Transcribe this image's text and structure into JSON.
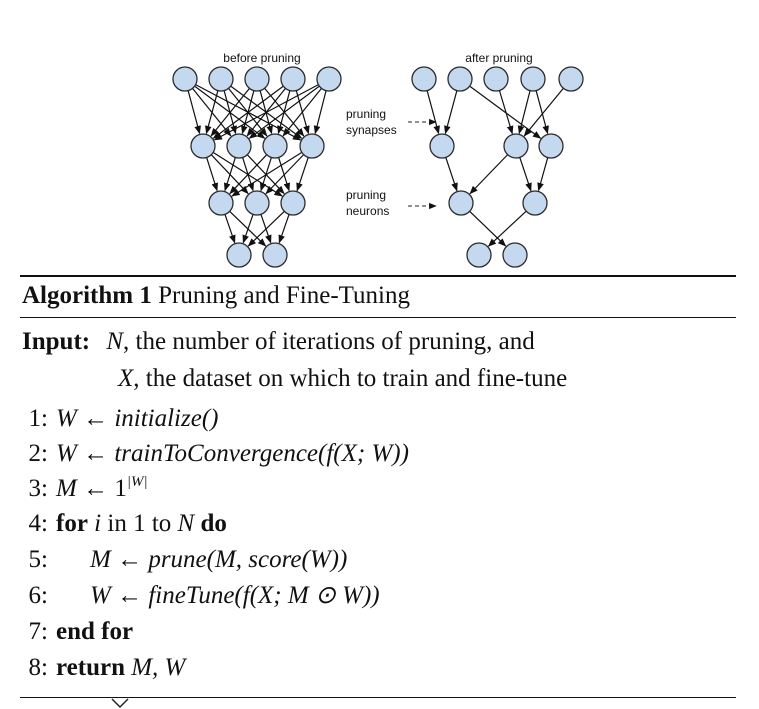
{
  "figure": {
    "label_before": "before pruning",
    "label_after": "after pruning",
    "annotation_synapses_1": "pruning",
    "annotation_synapses_2": "synapses",
    "annotation_neurons_1": "pruning",
    "annotation_neurons_2": "neurons",
    "node_color": "#c4d9ef"
  },
  "algorithm": {
    "label": "Algorithm 1",
    "title": "Pruning and Fine-Tuning",
    "input_label": "Input:",
    "input_line1_var": "N",
    "input_line1_text": ", the number of iterations of pruning, and",
    "input_line2_var": "X",
    "input_line2_text": ", the dataset on which to train and fine-tune",
    "steps": [
      {
        "num": "1:",
        "lhs": "W",
        "arrow": "←",
        "rhs": "initialize()"
      },
      {
        "num": "2:",
        "lhs": "W",
        "arrow": "←",
        "rhs": "trainToConvergence(f(X; W))"
      },
      {
        "num": "3:",
        "lhs": "M",
        "arrow": "←",
        "rhs": "1",
        "sup": "|W|"
      },
      {
        "num": "4:",
        "kw_for": "for",
        "var": "i",
        "text": " in 1 to ",
        "var2": "N",
        "kw_do": "do"
      },
      {
        "num": "5:",
        "lhs": "M",
        "arrow": "←",
        "rhs": "prune(M, score(W))"
      },
      {
        "num": "6:",
        "lhs": "W",
        "arrow": "←",
        "rhs": "fineTune(f(X; M ⊙ W))"
      },
      {
        "num": "7:",
        "kw": "end for"
      },
      {
        "num": "8:",
        "kw": "return",
        "rhs": "M, W"
      }
    ]
  }
}
